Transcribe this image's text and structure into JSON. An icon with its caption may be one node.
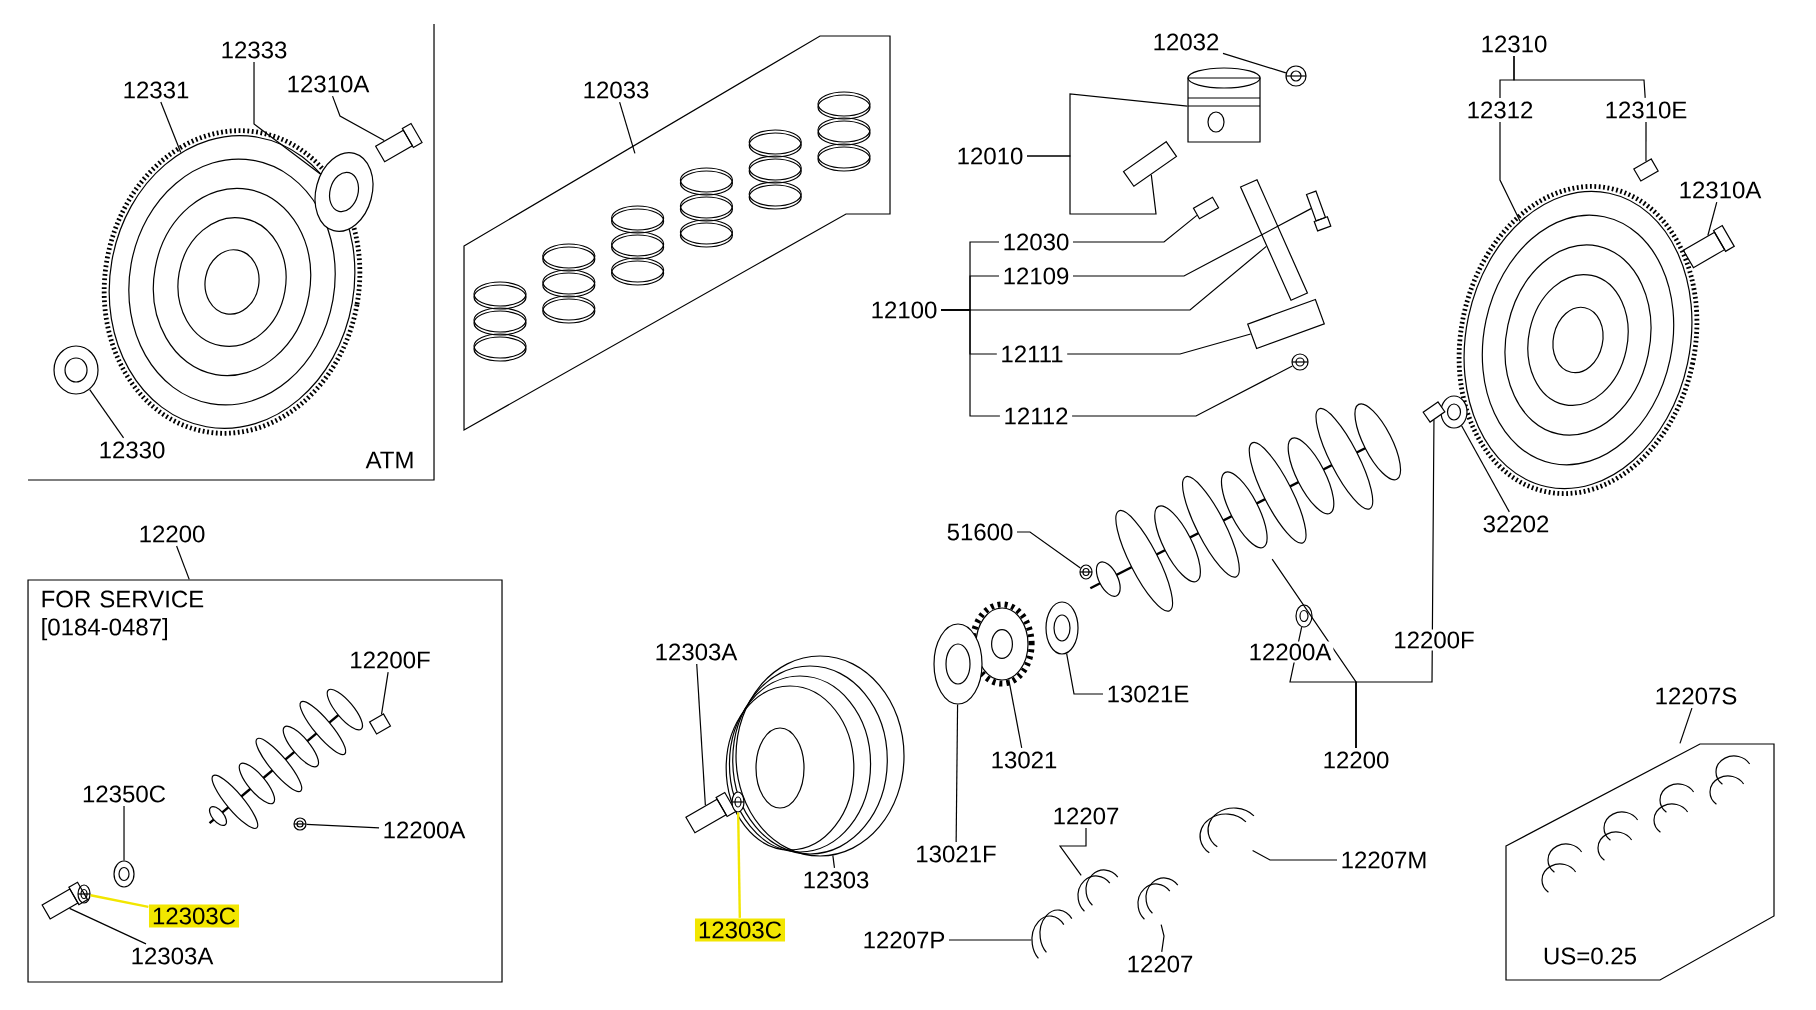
{
  "diagram": {
    "nodes": [
      {
        "text": [
          "12333"
        ]
      },
      {
        "text": [
          "12331"
        ]
      },
      {
        "text": [
          "12310A"
        ]
      },
      {
        "text": [],
        "shape": "picture"
      },
      {
        "text": [],
        "shape": "picture"
      },
      {
        "text": [],
        "shape": "picture"
      },
      {
        "text": [],
        "shape": "picture"
      },
      {
        "text": [
          "12330"
        ]
      },
      {
        "text": [
          "12033"
        ]
      },
      {
        "text": [],
        "shape": "box"
      },
      {
        "text": [
          "12032"
        ]
      },
      {
        "text": [],
        "shape": "picture"
      },
      {
        "text": [
          "12010"
        ]
      },
      {
        "text": [],
        "shape": "picture"
      },
      {
        "text": [],
        "shape": "picture"
      },
      {
        "text": [
          "12030"
        ]
      },
      {
        "text": [
          "12109"
        ]
      },
      {
        "text": [
          "12100"
        ]
      },
      {
        "text": [
          "12111"
        ]
      },
      {
        "text": [
          "12112"
        ]
      },
      {
        "text": [],
        "shape": "picture"
      },
      {
        "text": [],
        "shape": "picture"
      },
      {
        "text": [],
        "shape": "picture"
      },
      {
        "text": [],
        "shape": "picture"
      },
      {
        "text": [],
        "shape": "picture"
      },
      {
        "text": [
          "12310"
        ]
      },
      {
        "text": [
          "12312"
        ]
      },
      {
        "text": [
          "12310E"
        ]
      },
      {
        "text": [
          "12310A"
        ]
      },
      {
        "text": [],
        "shape": "picture"
      },
      {
        "text": [],
        "shape": "picture"
      },
      {
        "text": [],
        "shape": "picture"
      },
      {
        "text": [],
        "shape": "picture"
      },
      {
        "text": [],
        "shape": "picture"
      },
      {
        "text": [],
        "shape": "picture"
      },
      {
        "text": [
          "32202"
        ]
      },
      {
        "text": [
          "51600"
        ]
      },
      {
        "text": [],
        "shape": "picture"
      },
      {
        "text": [
          "12200"
        ]
      },
      {
        "text": [
          "FOR SERVICE [0184-0487]"
        ]
      },
      {
        "text": [
          "12200F"
        ],
        "in": 39
      },
      {
        "text": [],
        "shape": "picture",
        "in": 39
      },
      {
        "text": [],
        "shape": "picture",
        "in": 39
      },
      {
        "text": [
          "12200A"
        ],
        "in": 39
      },
      {
        "text": [
          "12350C"
        ],
        "in": 39
      },
      {
        "text": [],
        "shape": "picture",
        "in": 39
      },
      {
        "text": [],
        "shape": "picture",
        "in": 39
      },
      {
        "text": [
          "12303C"
        ],
        "in": 39
      },
      {
        "text": [],
        "shape": "picture",
        "in": 39
      },
      {
        "text": [
          "12303A"
        ],
        "in": 39
      },
      {
        "text": [
          "12303A"
        ]
      },
      {
        "text": [],
        "shape": "picture"
      },
      {
        "text": [],
        "shape": "picture"
      },
      {
        "text": [
          "13021E"
        ]
      },
      {
        "text": [],
        "shape": "picture"
      },
      {
        "text": [],
        "shape": "picture"
      },
      {
        "text": [],
        "shape": "picture"
      },
      {
        "text": [],
        "shape": "picture"
      },
      {
        "text": [],
        "shape": "picture"
      },
      {
        "text": [
          "13021"
        ]
      },
      {
        "text": [
          "12200"
        ]
      },
      {
        "text": [
          "12207S"
        ]
      },
      {
        "text": [
          "US=0.25"
        ]
      },
      {
        "text": [
          "12303"
        ]
      },
      {
        "text": [
          "13021F"
        ]
      },
      {
        "text": [
          "12207"
        ]
      },
      {
        "text": [
          "12207M"
        ]
      },
      {
        "text": [],
        "shape": "picture"
      },
      {
        "text": [],
        "shape": "picture"
      },
      {
        "text": [],
        "shape": "picture"
      },
      {
        "text": [
          "12303C"
        ]
      },
      {
        "text": [
          "12207P"
        ]
      },
      {
        "text": [],
        "shape": "picture"
      },
      {
        "text": [
          "12207"
        ]
      }
    ],
    "edges": [
      {
        "from": 1,
        "to": 3,
        "arrow": "none"
      },
      {
        "from": 0,
        "to": 4,
        "arrow": "none"
      },
      {
        "from": 2,
        "to": 5,
        "arrow": "none"
      },
      {
        "from": 7,
        "to": 6,
        "arrow": "none"
      },
      {
        "from": 8,
        "to": 9,
        "arrow": "none"
      },
      {
        "from": 10,
        "to": 11,
        "arrow": "none"
      },
      {
        "from": 12,
        "to": 13,
        "arrow": "none"
      },
      {
        "from": 12,
        "to": 14,
        "arrow": "none"
      },
      {
        "from": 17,
        "to": 15,
        "arrow": "none"
      },
      {
        "from": 17,
        "to": 16,
        "arrow": "none"
      },
      {
        "from": 17,
        "to": 21,
        "arrow": "none"
      },
      {
        "from": 17,
        "to": 18,
        "arrow": "none"
      },
      {
        "from": 17,
        "to": 19,
        "arrow": "none"
      },
      {
        "from": 15,
        "to": 20,
        "arrow": "none"
      },
      {
        "from": 16,
        "to": 22,
        "arrow": "none"
      },
      {
        "from": 18,
        "to": 23,
        "arrow": "none"
      },
      {
        "from": 19,
        "to": 24,
        "arrow": "none"
      },
      {
        "from": 25,
        "to": 26,
        "arrow": "none"
      },
      {
        "from": 25,
        "to": 27,
        "arrow": "none"
      },
      {
        "from": 26,
        "to": 31,
        "arrow": "none"
      },
      {
        "from": 27,
        "to": 29,
        "arrow": "none"
      },
      {
        "from": 28,
        "to": 30,
        "arrow": "none"
      },
      {
        "from": 35,
        "to": 32,
        "arrow": "none"
      },
      {
        "from": 36,
        "to": 37,
        "arrow": "none"
      },
      {
        "from": 38,
        "to": 39,
        "arrow": "none"
      },
      {
        "from": 40,
        "to": 41,
        "arrow": "none"
      },
      {
        "from": 43,
        "to": 42,
        "arrow": "none"
      },
      {
        "from": 44,
        "to": 45,
        "arrow": "none"
      },
      {
        "from": 47,
        "to": 46,
        "arrow": "none",
        "color": "#f2e600"
      },
      {
        "from": 49,
        "to": 48,
        "arrow": "none"
      },
      {
        "from": 50,
        "to": 57,
        "arrow": "none"
      },
      {
        "from": 70,
        "to": 58,
        "arrow": "none",
        "color": "#f2e600"
      },
      {
        "from": 63,
        "to": 56,
        "arrow": "none"
      },
      {
        "from": 64,
        "to": 55,
        "arrow": "none"
      },
      {
        "from": 59,
        "to": 54,
        "arrow": "none"
      },
      {
        "from": 53,
        "to": 52,
        "arrow": "none"
      },
      {
        "from": 60,
        "to": 34,
        "arrow": "none"
      },
      {
        "from": 60,
        "to": 51,
        "arrow": "none",
        "label": "12200A"
      },
      {
        "from": 60,
        "to": 33,
        "arrow": "none",
        "label": "12200F"
      },
      {
        "from": 61,
        "to": 62,
        "arrow": "none"
      },
      {
        "from": 65,
        "to": 68,
        "arrow": "none"
      },
      {
        "from": 66,
        "to": 67,
        "arrow": "none"
      },
      {
        "from": 71,
        "to": 72,
        "arrow": "none"
      },
      {
        "from": 73,
        "to": 69,
        "arrow": "none"
      }
    ],
    "labels": [
      "ATM"
    ]
  }
}
